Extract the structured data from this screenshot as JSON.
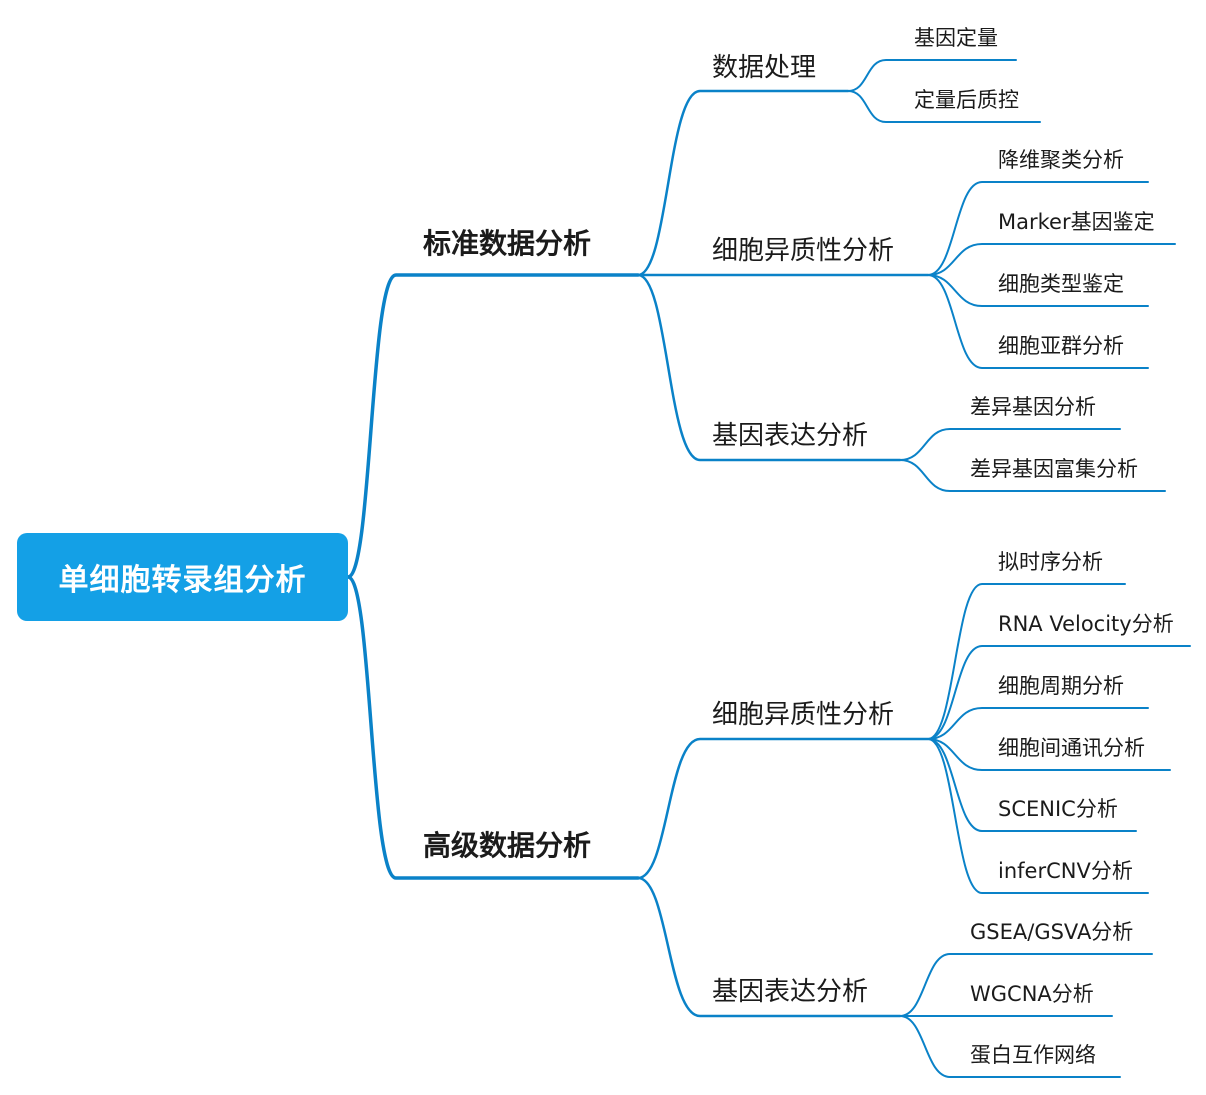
{
  "root": {
    "label": "单细胞转录组分析"
  },
  "branches": [
    {
      "label": "标准数据分析",
      "children": [
        {
          "label": "数据处理",
          "children": [
            "基因定量",
            "定量后质控"
          ]
        },
        {
          "label": "细胞异质性分析",
          "children": [
            "降维聚类分析",
            "Marker基因鉴定",
            "细胞类型鉴定",
            "细胞亚群分析"
          ]
        },
        {
          "label": "基因表达分析",
          "children": [
            "差异基因分析",
            "差异基因富集分析"
          ]
        }
      ]
    },
    {
      "label": "高级数据分析",
      "children": [
        {
          "label": "细胞异质性分析",
          "children": [
            "拟时序分析",
            "RNA Velocity分析",
            "细胞周期分析",
            "细胞间通讯分析",
            "SCENIC分析",
            "inferCNV分析"
          ]
        },
        {
          "label": "基因表达分析",
          "children": [
            "GSEA/GSVA分析",
            "WGCNA分析",
            "蛋白互作网络"
          ]
        }
      ]
    }
  ]
}
